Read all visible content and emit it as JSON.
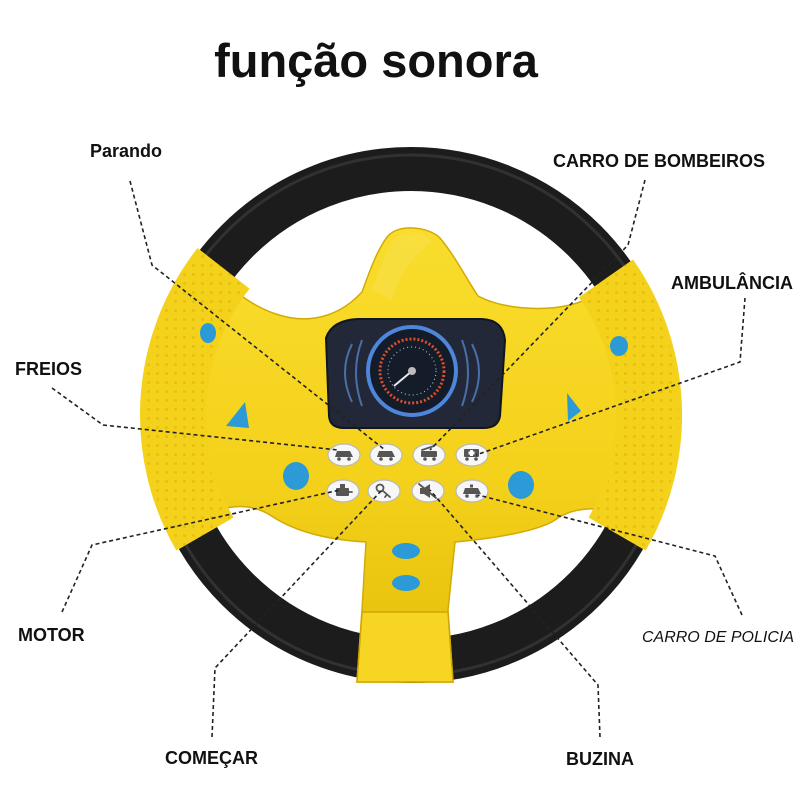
{
  "title": "função sonora",
  "callouts": {
    "parando": "Parando",
    "carro_de_bombeiros": "CARRO DE BOMBEIROS",
    "ambulancia": "AMBULÂNCIA",
    "freios": "FREIOS",
    "motor": "MOTOR",
    "carro_de_policia": "CARRO DE POLICIA",
    "comecar": "COMEÇAR",
    "buzina": "BUZINA"
  },
  "sound_buttons": {
    "top_row": [
      "brake-car-icon",
      "parking-car-icon",
      "fire-truck-icon",
      "ambulance-icon"
    ],
    "bottom_row": [
      "engine-icon",
      "key-icon",
      "horn-mute-icon",
      "police-car-icon"
    ]
  },
  "colors": {
    "wheel_yellow": "#f4d11b",
    "ring_black": "#1c1c1c",
    "accent_blue": "#2b9ad6",
    "callout_line": "#222222",
    "screen_dark": "#222838"
  }
}
